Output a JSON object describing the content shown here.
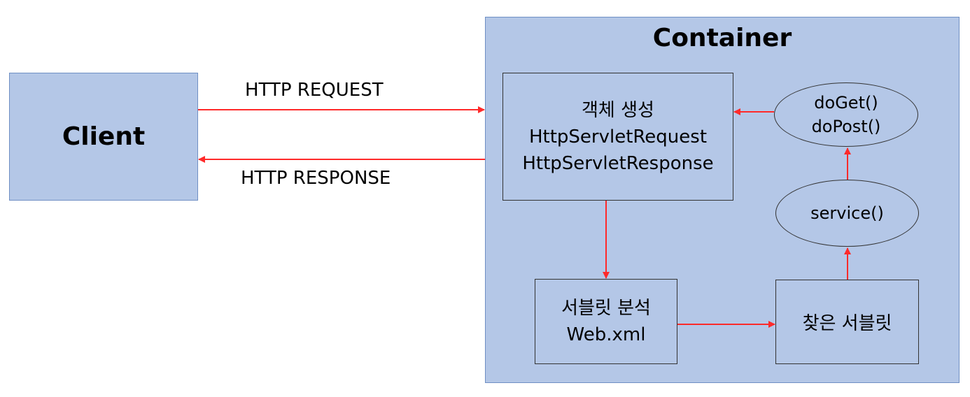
{
  "client": {
    "label": "Client"
  },
  "container": {
    "title": "Container"
  },
  "create_box": {
    "lines": [
      "객체 생성",
      "HttpServletRequest",
      "HttpServletResponse"
    ]
  },
  "analyze_box": {
    "lines": [
      "서블릿 분석",
      "Web.xml"
    ]
  },
  "found_box": {
    "label": "찾은 서블릿"
  },
  "service": {
    "label": "service()"
  },
  "doget": {
    "lines": [
      "doGet()",
      "doPost()"
    ]
  },
  "edges": {
    "request_label": "HTTP REQUEST",
    "response_label": "HTTP RESPONSE"
  },
  "colors": {
    "box_fill": "#b4c7e7",
    "arrow": "#ff2a2a",
    "border": "#333333"
  }
}
